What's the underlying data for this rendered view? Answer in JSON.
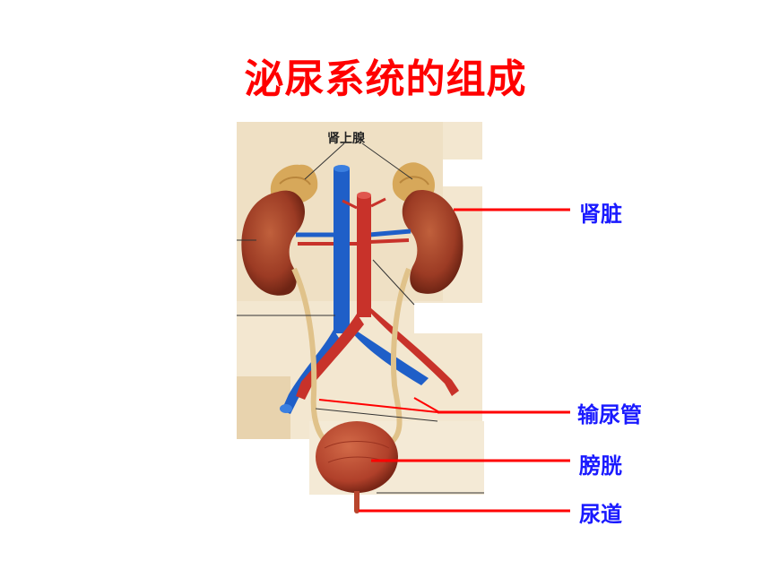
{
  "slide": {
    "title": "泌尿系统的组成"
  },
  "figure": {
    "adrenal_label": "肾上腺"
  },
  "labels": {
    "kidney": "肾脏",
    "ureter": "输尿管",
    "bladder": "膀胱",
    "urethra": "尿道"
  },
  "colors": {
    "title": "#ff0000",
    "label_text": "#1a1aff",
    "leader_line": "#ff0000",
    "vein": "#1f5fc8",
    "artery": "#c8322a",
    "kidney": "#9c3b24",
    "adrenal": "#d7a85a",
    "ureter": "#e0c28a",
    "bladder": "#b8452c"
  }
}
